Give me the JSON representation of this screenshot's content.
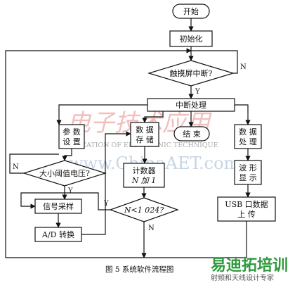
{
  "diagram": {
    "nodes": {
      "start": "开始",
      "init": "初始化",
      "touch": "触摸屏中断?",
      "isr": "中断处理",
      "param": [
        "参 数",
        "设 置"
      ],
      "store": [
        "数 据",
        "存 储"
      ],
      "end": "结 束",
      "proc": [
        "数 据",
        "处 理"
      ],
      "wave": [
        "波 形",
        "显 示"
      ],
      "thresh": "大小阈值电压?",
      "counter": [
        "计数器",
        "N 加 1"
      ],
      "sample": "信号采样",
      "check": "N<1 024?",
      "adc": "A/D 转换",
      "usb": [
        "USB 口数据",
        "上 传"
      ]
    },
    "edge_labels": {
      "touch_no": "N",
      "touch_yes": "Y",
      "thresh_no": "N",
      "thresh_yes": "Y",
      "check_yes": "Y",
      "check_no": "N"
    },
    "caption": "图 5  系统软件流程图"
  },
  "watermarks": {
    "logo": "电子技术应用",
    "english": "APPLICATION OF ELECTRONIC TECHNIQUE",
    "url": "www.ChinaAET.com",
    "badge": "易迪拓培训",
    "badge_sub": "射频和天线设计专家"
  },
  "colors": {
    "line": "#111111",
    "badge_green": "#2e9a3e",
    "badge_gray": "#555555",
    "logo_red": "#d94a4a"
  }
}
